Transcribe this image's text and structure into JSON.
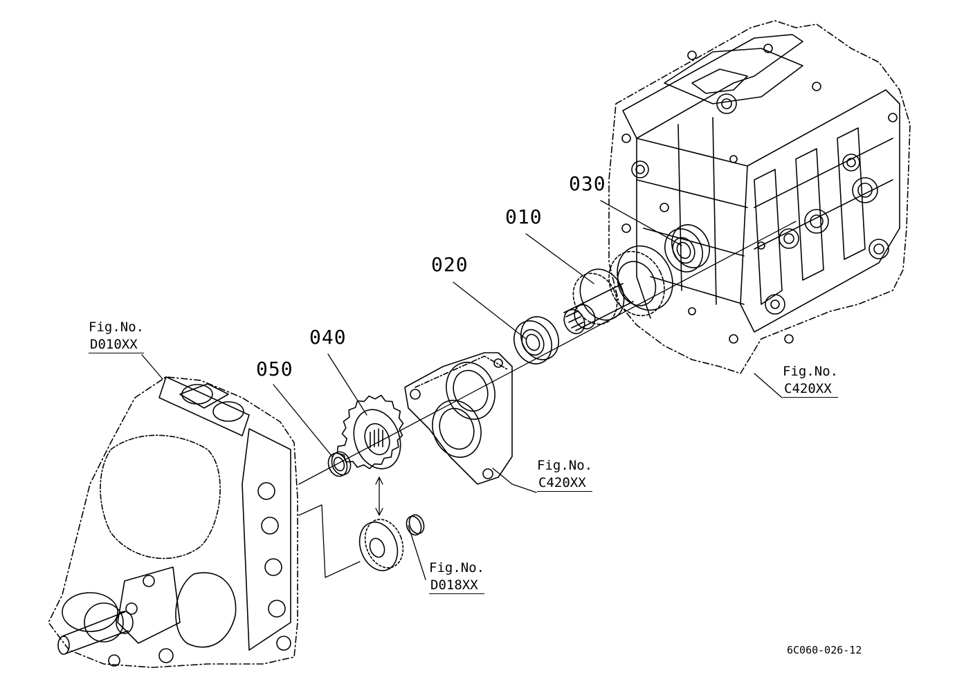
{
  "callouts": {
    "c010": "010",
    "c020": "020",
    "c030": "030",
    "c040": "040",
    "c050": "050"
  },
  "references": {
    "left_housing": {
      "fig": "Fig.No.",
      "code": "D010XX"
    },
    "bearing_cover": {
      "fig": "Fig.No.",
      "code": "C420XX"
    },
    "main_case": {
      "fig": "Fig.No.",
      "code": "C420XX"
    },
    "idler_gear": {
      "fig": "Fig.No.",
      "code": "D018XX"
    }
  },
  "drawing_id": "6C060-026-12",
  "colors": {
    "line": "#000000",
    "background": "#ffffff"
  }
}
